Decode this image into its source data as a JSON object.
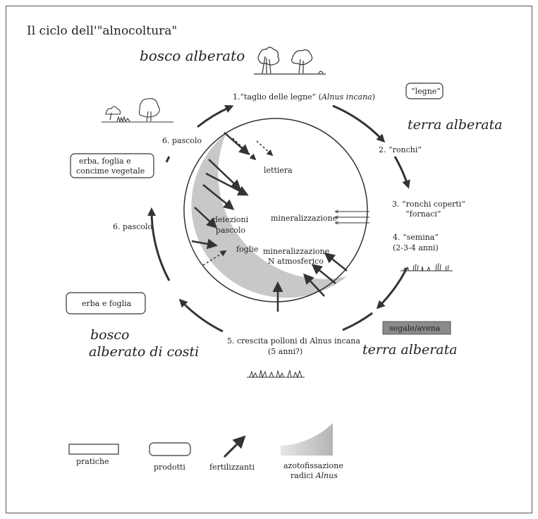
{
  "title": "Il ciclo dell'\"alnocoltura\"",
  "phases": {
    "bosco_alberato_top": "bosco alberato",
    "terra_alberata_right": "terra alberata",
    "bosco_alberato_di_costi_1": "bosco",
    "bosco_alberato_di_costi_2": "alberato di costi",
    "terra_alberata_bottom": "terra alberata"
  },
  "steps": {
    "step1_prefix": "1.“taglio delle legne” (",
    "step1_italic": "Alnus incana",
    "step1_suffix": ")",
    "step2": "2. “ronchi”",
    "step3_line1": "3. “ronchi coperti”",
    "step3_line2": "“fornaci”",
    "step4_line1": "4. “semina”",
    "step4_line2": "(2-3-4 anni)",
    "step5_line1": "5. crescita polloni di Alnus incana",
    "step5_line2": "(5 anni?)",
    "step6a": "6. pascolo",
    "step6b": "6. pascolo"
  },
  "products": {
    "legne": "“legne”",
    "erba_foglia_concime_1": "erba, foglia e",
    "erba_foglia_concime_2": "concime vegetale",
    "erba_foglia": "erba e foglia",
    "segale_avena": "segale/avena"
  },
  "inner_labels": {
    "lettiera": "lettiera",
    "mineralizzazione": "mineralizzazione",
    "deiezioni_1": "deiezioni",
    "deiezioni_2": "pascolo",
    "foglie": "foglie",
    "mineral_n_1": "mineralizzazione",
    "mineral_n_2": "N atmosferico"
  },
  "legend": {
    "pratiche": "pratiche",
    "prodotti": "prodotti",
    "fertilizzanti": "fertilizzanti",
    "azoto_1": "azotofissazione",
    "azoto_2_prefix": "radici ",
    "azoto_2_italic": "Alnus"
  },
  "colors": {
    "shaded_band": "#c8c8c8",
    "segale_box": "#8a8a8a",
    "ink": "#222222"
  }
}
